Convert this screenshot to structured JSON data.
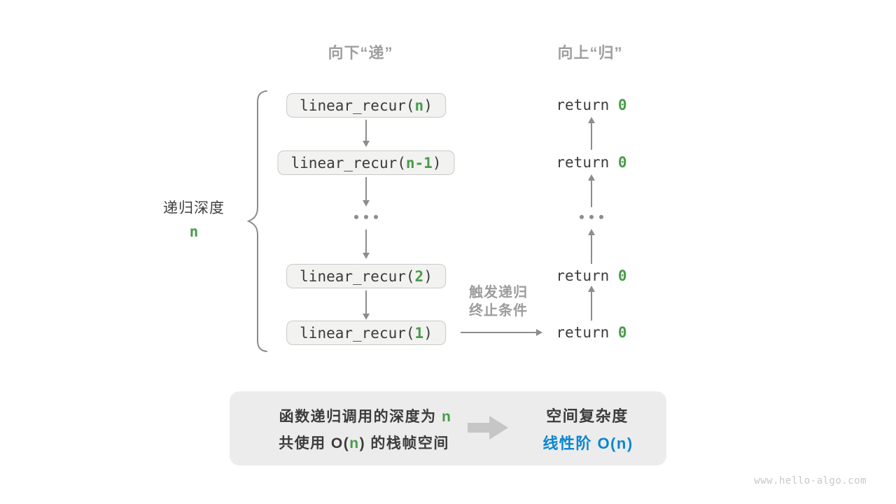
{
  "diagram": {
    "header_left": "向下“递”",
    "header_right": "向上“归”",
    "depth": {
      "label": "递归深度",
      "value": "n"
    },
    "calls": [
      {
        "prefix": "linear_recur(",
        "arg": "n",
        "suffix": ")"
      },
      {
        "prefix": "linear_recur(",
        "arg": "n-1",
        "suffix": ")"
      },
      {
        "prefix": "linear_recur(",
        "arg": "2",
        "suffix": ")"
      },
      {
        "prefix": "linear_recur(",
        "arg": "1",
        "suffix": ")"
      }
    ],
    "returns": [
      {
        "prefix": "return ",
        "value": "0"
      },
      {
        "prefix": "return ",
        "value": "0"
      },
      {
        "prefix": "return ",
        "value": "0"
      },
      {
        "prefix": "return ",
        "value": "0"
      }
    ],
    "trigger": {
      "line1": "触发递归",
      "line2": "终止条件"
    }
  },
  "summary": {
    "line1": {
      "prefix": "函数递归调用的深度为 ",
      "value": "n"
    },
    "line2": {
      "prefix": "共使用 O(",
      "value": "n",
      "suffix": ") 的栈帧空间"
    },
    "result": {
      "title": "空间复杂度",
      "value": "线性阶 O(n)"
    }
  },
  "watermark": "www.hello-algo.com",
  "colors": {
    "accent_green": "#4a9b4a",
    "accent_blue": "#0a86d1",
    "arrow_gray": "#8c8c8c",
    "label_gray": "#9e9e9e",
    "text_dark": "#3b3b3b",
    "box_fill": "#f2f2f1",
    "box_border": "#c9c9c7",
    "summary_fill": "#ececec"
  }
}
